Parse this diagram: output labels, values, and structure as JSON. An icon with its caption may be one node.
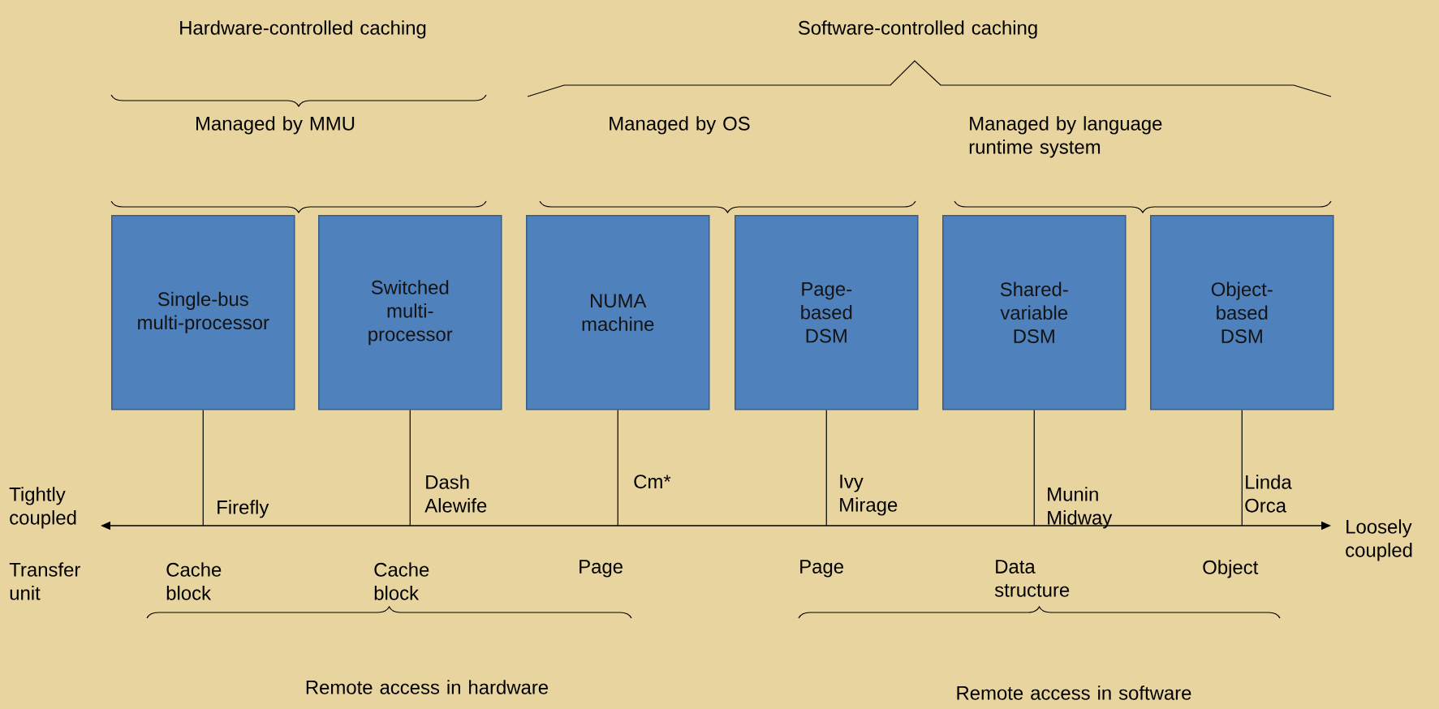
{
  "diagram": {
    "nodes": [
      {
        "text": [
          "Single-bus multi-processor"
        ]
      },
      {
        "text": [
          "Switched multi-processor"
        ]
      },
      {
        "text": [
          "NUMA machine"
        ]
      },
      {
        "text": [
          "Page-based DSM"
        ]
      },
      {
        "text": [
          "Shared-variable DSM"
        ]
      },
      {
        "text": [
          "Object-based DSM"
        ]
      }
    ],
    "edges": [
      {
        "from": 0,
        "to": null,
        "arrow": "none"
      },
      {
        "from": 1,
        "to": null,
        "arrow": "none"
      },
      {
        "from": 2,
        "to": null,
        "arrow": "none"
      },
      {
        "from": 3,
        "to": null,
        "arrow": "none"
      },
      {
        "from": 4,
        "to": null,
        "arrow": "none"
      },
      {
        "from": 5,
        "to": null,
        "arrow": "none"
      }
    ],
    "labels": [
      "Hardware-controlled caching",
      "Software-controlled caching",
      "Managed by MMU",
      "Managed by OS",
      "Managed by language runtime system",
      "Tightly coupled",
      "Firefly",
      "Dash Alewife",
      "Cm*",
      "Ivy Mirage",
      "Munin Midway",
      "Linda Orca",
      "Loosely coupled",
      "Transfer unit",
      "Cache block",
      "Cache block",
      "Page",
      "Page",
      "Data structure",
      "Object",
      "Remote access in hardware",
      "Remote access in software"
    ]
  }
}
